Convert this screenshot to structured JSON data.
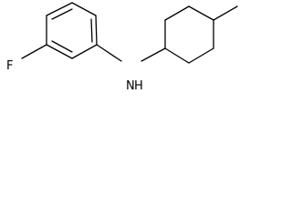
{
  "molecule": {
    "atoms": {
      "fluorine": "F",
      "nitrogen": "N",
      "hydrogen": "H"
    },
    "colors": {
      "bond": "#000000",
      "label": "#000000",
      "background": "#ffffff"
    }
  }
}
